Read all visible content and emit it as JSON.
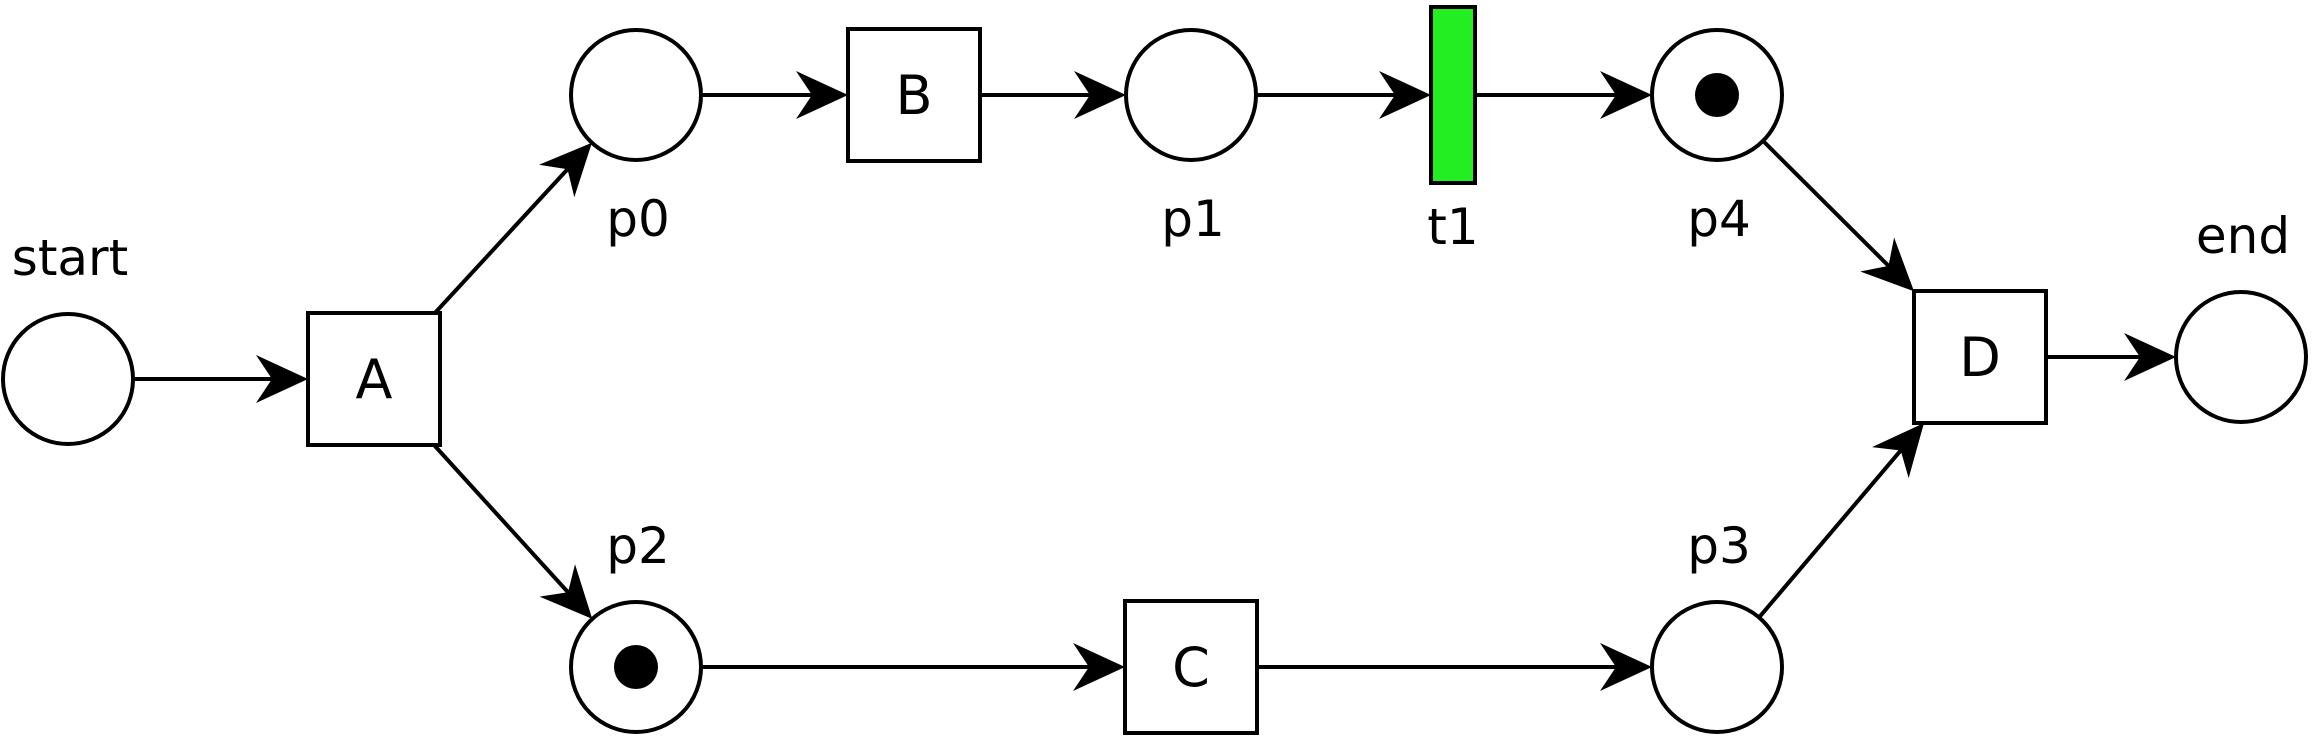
{
  "colors": {
    "enabled_transition": "#22ee22",
    "stroke": "#000000",
    "background": "#ffffff"
  },
  "places": [
    {
      "id": "start",
      "label": "start",
      "tokens": 0
    },
    {
      "id": "p0",
      "label": "p0",
      "tokens": 0
    },
    {
      "id": "p1",
      "label": "p1",
      "tokens": 0
    },
    {
      "id": "p4",
      "label": "p4",
      "tokens": 1
    },
    {
      "id": "p2",
      "label": "p2",
      "tokens": 1
    },
    {
      "id": "p3",
      "label": "p3",
      "tokens": 0
    },
    {
      "id": "end",
      "label": "end",
      "tokens": 0
    }
  ],
  "transitions": [
    {
      "id": "A",
      "label": "A",
      "enabled": false
    },
    {
      "id": "B",
      "label": "B",
      "enabled": false
    },
    {
      "id": "t1",
      "label": "t1",
      "enabled": true
    },
    {
      "id": "C",
      "label": "C",
      "enabled": false
    },
    {
      "id": "D",
      "label": "D",
      "enabled": false
    }
  ],
  "arcs": [
    {
      "from": "start",
      "to": "A"
    },
    {
      "from": "A",
      "to": "p0"
    },
    {
      "from": "A",
      "to": "p2"
    },
    {
      "from": "p0",
      "to": "B"
    },
    {
      "from": "B",
      "to": "p1"
    },
    {
      "from": "p1",
      "to": "t1"
    },
    {
      "from": "t1",
      "to": "p4"
    },
    {
      "from": "p2",
      "to": "C"
    },
    {
      "from": "C",
      "to": "p3"
    },
    {
      "from": "p4",
      "to": "D"
    },
    {
      "from": "p3",
      "to": "D"
    },
    {
      "from": "D",
      "to": "end"
    }
  ]
}
